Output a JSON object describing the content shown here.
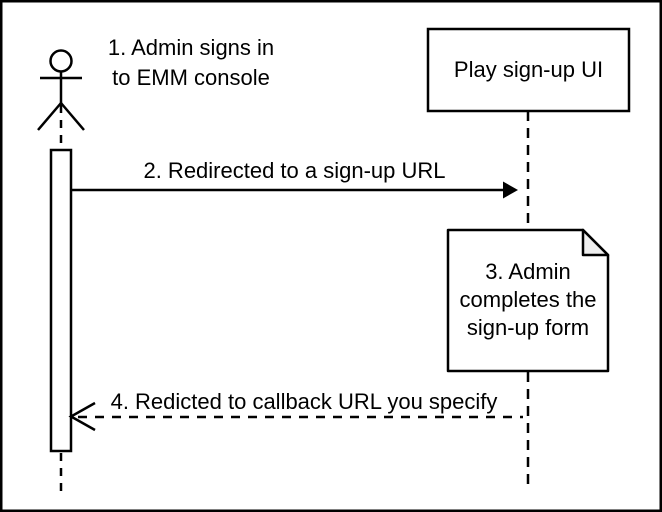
{
  "colors": {
    "stroke": "#000000",
    "background": "#ffffff",
    "note_fold_fill": "#eeeeee"
  },
  "actor_annotation": {
    "line1": "1. Admin signs in",
    "line2": "to EMM console"
  },
  "participant_box": {
    "label": "Play sign-up UI"
  },
  "message_2": {
    "label": "2. Redirected to a sign-up URL"
  },
  "note_3": {
    "line1": "3. Admin",
    "line2": "completes the",
    "line3": "sign-up form"
  },
  "message_4": {
    "label": "4. Redicted to callback URL you specify"
  }
}
